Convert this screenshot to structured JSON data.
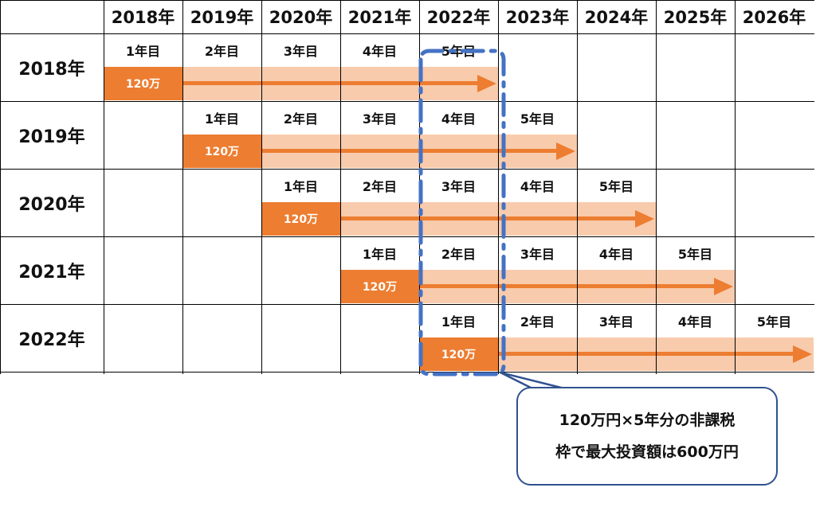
{
  "columns": [
    "2018年",
    "2019年",
    "2020年",
    "2021年",
    "2022年",
    "2023年",
    "2024年",
    "2025年",
    "2026年"
  ],
  "rows": [
    {
      "label": "2018年",
      "start": 0,
      "years": [
        "1年目",
        "2年目",
        "3年目",
        "4年目",
        "5年目"
      ],
      "amount": "120万"
    },
    {
      "label": "2019年",
      "start": 1,
      "years": [
        "1年目",
        "2年目",
        "3年目",
        "4年目",
        "5年目"
      ],
      "amount": "120万"
    },
    {
      "label": "2020年",
      "start": 2,
      "years": [
        "1年目",
        "2年目",
        "3年目",
        "4年目",
        "5年目"
      ],
      "amount": "120万"
    },
    {
      "label": "2021年",
      "start": 3,
      "years": [
        "1年目",
        "2年目",
        "3年目",
        "4年目",
        "5年目"
      ],
      "amount": "120万"
    },
    {
      "label": "2022年",
      "start": 4,
      "years": [
        "1年目",
        "2年目",
        "3年目",
        "4年目",
        "5年目"
      ],
      "amount": "120万"
    }
  ],
  "callout": {
    "line1": "120万円×5年分の非課税",
    "line2": "枠で最大投資額は600万円"
  },
  "colors": {
    "box": "#ed7d31",
    "band": "#f8cbad",
    "highlight": "#4472c4",
    "callout_border": "#2f528f"
  }
}
